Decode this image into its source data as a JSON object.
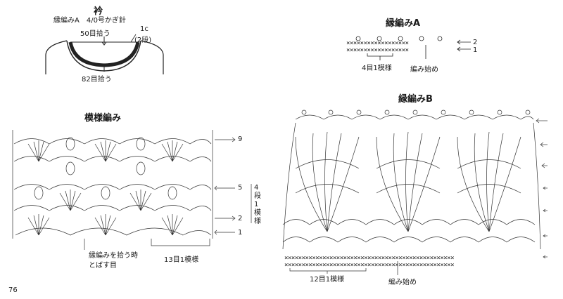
{
  "collar": {
    "title": "衿",
    "subtitle": "縁編みA　4/0号かぎ針",
    "top_count": "50目拾う",
    "rows_note_1": "1c",
    "rows_note_2": "(2段)",
    "bottom_count": "82目拾う"
  },
  "edgingA": {
    "title": "縁編みA",
    "row_2": "2",
    "row_1": "1",
    "repeat": "4目1模様",
    "start": "編み始め"
  },
  "pattern": {
    "title": "模様編み",
    "row_9": "9",
    "row_5": "5",
    "row_2": "2",
    "row_1": "1",
    "repeat_rows": "4段1模様",
    "skip_note_1": "縁編みを拾う時",
    "skip_note_2": "とばす目",
    "repeat_stitches": "13目1模様"
  },
  "edgingB": {
    "title": "縁編みB",
    "repeat": "12目1模様",
    "start": "編み始め"
  },
  "page_number": "76"
}
